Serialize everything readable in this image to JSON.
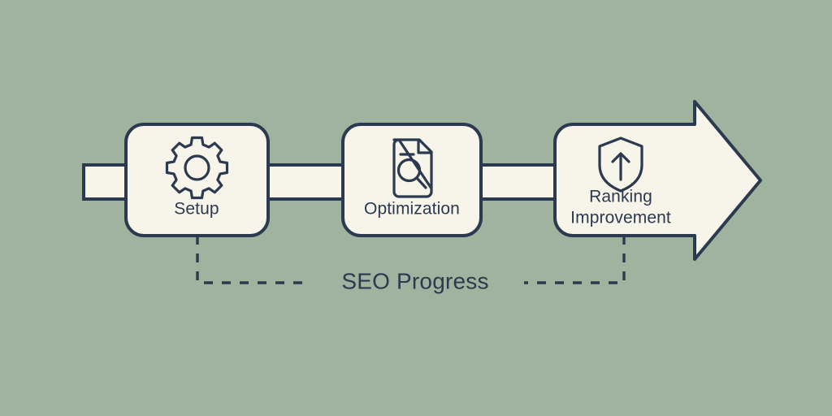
{
  "diagram": {
    "type": "process-flow",
    "caption": "SEO Progress",
    "colors": {
      "background": "#a0b39e",
      "shape_fill": "#f7f4e9",
      "stroke": "#2b3a4f",
      "text": "#2b3a4f"
    },
    "steps": [
      {
        "id": "setup",
        "label": "Setup",
        "label_lines": [
          "Setup"
        ],
        "icon": "gear-icon",
        "shape": "rounded-rectangle",
        "order": 1
      },
      {
        "id": "optimization",
        "label": "Optimization",
        "label_lines": [
          "Optimization"
        ],
        "icon": "document-search-icon",
        "shape": "rounded-rectangle",
        "order": 2
      },
      {
        "id": "ranking-improvement",
        "label": "Ranking Improvement",
        "label_lines": [
          "Ranking",
          "Improvement"
        ],
        "icon": "shield-up-arrow-icon",
        "shape": "arrow-block",
        "order": 3
      }
    ],
    "connectors": [
      {
        "id": "entry-stub",
        "from": "",
        "to": "setup"
      },
      {
        "id": "setup-to-optimization",
        "from": "setup",
        "to": "optimization"
      },
      {
        "id": "optimization-to-ranking",
        "from": "optimization",
        "to": "ranking-improvement"
      }
    ]
  }
}
